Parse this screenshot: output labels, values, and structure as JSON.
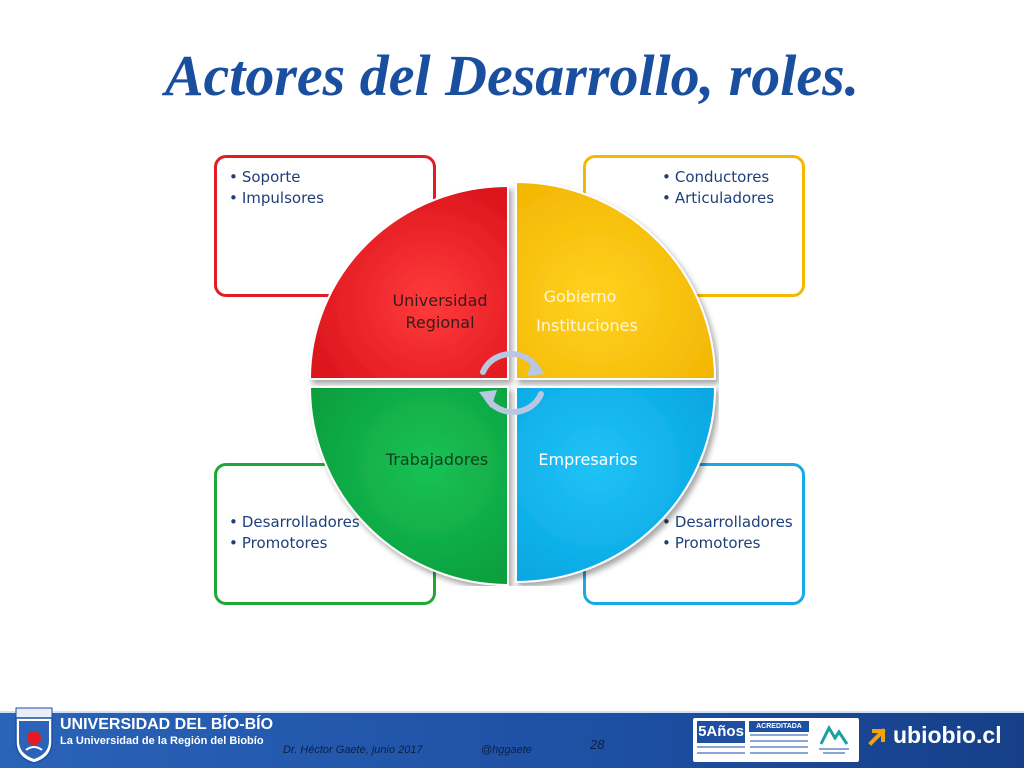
{
  "slide": {
    "title": "Actores del Desarrollo, roles."
  },
  "quadrants": [
    {
      "id": "tl",
      "label_lines": [
        "Universidad",
        "Regional"
      ],
      "color": "#e31b23",
      "roles": [
        "Soporte",
        "Impulsores"
      ]
    },
    {
      "id": "tr",
      "label_lines": [
        "Gobierno",
        "Instituciones"
      ],
      "color": "#fcc500",
      "roles": [
        "Conductores",
        "Articuladores"
      ]
    },
    {
      "id": "bl",
      "label_lines": [
        "Trabajadores"
      ],
      "color": "#12b04a",
      "roles": [
        "Desarrolladores",
        "Promotores"
      ]
    },
    {
      "id": "br",
      "label_lines": [
        "Empresarios"
      ],
      "color": "#0bb3ec",
      "roles": [
        "Desarrolladores",
        "Promotores"
      ]
    }
  ],
  "footer": {
    "university": "UNIVERSIDAD DEL BÍO-BÍO",
    "tagline": "La Universidad de la Región del Biobío",
    "author": "Dr. Héctor Gaete,  junio 2017",
    "handle": "@hggaete",
    "page": "28",
    "accreditation_years": "5Años",
    "accreditation_label": "ACREDITADA",
    "website": "ubiobio.cl"
  },
  "colors": {
    "title": "#1a4fa0",
    "footer": "#1d4fa3",
    "cycle_arrows": "#b9c7e0"
  }
}
